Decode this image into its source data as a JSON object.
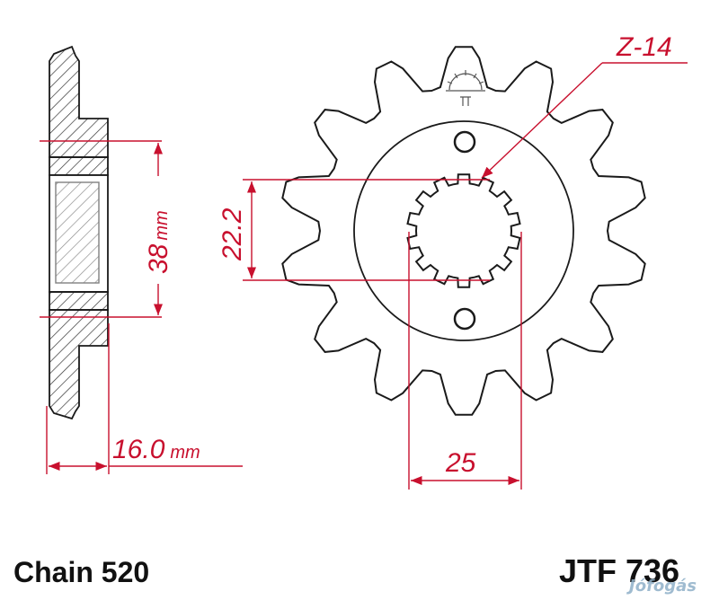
{
  "diagram": {
    "teeth_label": "Z-14",
    "side_bore_value": "38",
    "side_bore_unit": "mm",
    "spline_value": "22.2",
    "width_value": "16.0",
    "width_unit": "mm",
    "spline_outer_value": "25",
    "chain_label": "Chain 520",
    "part_number": "JTF 736",
    "teeth_count": 14,
    "colors": {
      "dimension": "#c8102e",
      "outline": "#1a1a1a",
      "hatch": "#333333"
    }
  },
  "watermark": {
    "text": "Jófogás"
  }
}
